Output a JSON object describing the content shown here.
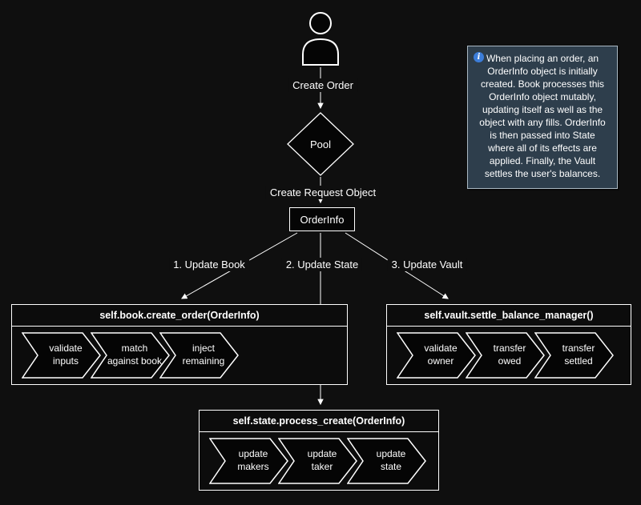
{
  "canvas": {
    "background": "#0f0f0f",
    "line_color": "#ffffff"
  },
  "actor": {
    "icon": "person-icon"
  },
  "flow": {
    "create_order_label": "Create Order",
    "pool_label": "Pool",
    "create_request_label": "Create Request Object",
    "orderinfo_label": "OrderInfo",
    "branch_labels": [
      "1. Update Book",
      "2. Update State",
      "3. Update Vault"
    ]
  },
  "boxes": {
    "book": {
      "title": "self.book.create_order(OrderInfo)",
      "steps": [
        "validate\ninputs",
        "match\nagainst book",
        "inject\nremaining"
      ]
    },
    "state": {
      "title": "self.state.process_create(OrderInfo)",
      "steps": [
        "update\nmakers",
        "update\ntaker",
        "update\nstate"
      ]
    },
    "vault": {
      "title": "self.vault.settle_balance_manager()",
      "steps": [
        "validate\nowner",
        "transfer\nowed",
        "transfer\nsettled"
      ]
    }
  },
  "note": {
    "icon": "info-icon",
    "background": "#2e3e4c",
    "border_color": "#aab8c2",
    "icon_color": "#3c7dd9",
    "text": "When placing an order, an OrderInfo object is initially created. Book processes this OrderInfo object mutably, updating itself as well as the object with any fills. OrderInfo is then passed into State where all of its effects are applied. Finally, the Vault settles the user's balances."
  }
}
